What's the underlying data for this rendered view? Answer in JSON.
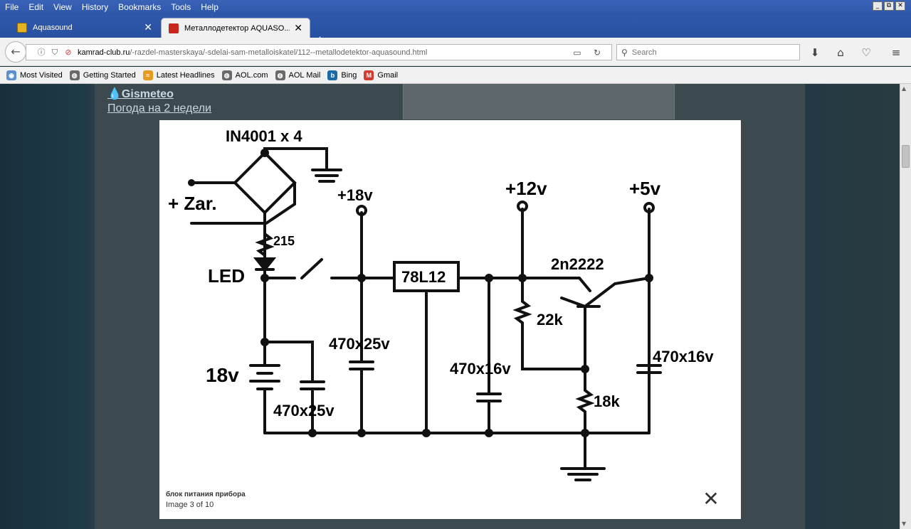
{
  "menu": [
    "File",
    "Edit",
    "View",
    "History",
    "Bookmarks",
    "Tools",
    "Help"
  ],
  "window_controls": [
    "_",
    "⧉",
    "✕"
  ],
  "tabs": [
    {
      "title": "Aquasound",
      "favicon": "aquasound-favicon"
    },
    {
      "title": "Металлодетектор AQUASO...",
      "favicon": "site-favicon"
    }
  ],
  "url": {
    "host": "kamrad-club.ru",
    "path": "/-razdel-masterskaya/-sdelai-sam-metalloiskatel/112--metallodetektor-aquasound.html"
  },
  "search": {
    "placeholder": "Search",
    "value": ""
  },
  "bookmarks": [
    {
      "label": "Most Visited",
      "icon": "most-visited-icon",
      "color": "#5a8fd0"
    },
    {
      "label": "Getting Started",
      "icon": "globe-icon",
      "color": "#6a6a6a"
    },
    {
      "label": "Latest Headlines",
      "icon": "rss-icon",
      "color": "#e59b1f"
    },
    {
      "label": "AOL.com",
      "icon": "globe-icon",
      "color": "#6a6a6a"
    },
    {
      "label": "AOL Mail",
      "icon": "globe-icon",
      "color": "#6a6a6a"
    },
    {
      "label": "Bing",
      "icon": "bing-icon",
      "color": "#1a6aa8"
    },
    {
      "label": "Gmail",
      "icon": "gmail-icon",
      "color": "#d23b2f"
    }
  ],
  "background": {
    "weather_title": "Gismeteo",
    "weather_subtitle": "Погода на 2 недели"
  },
  "lightbox": {
    "caption": "блок питания прибора",
    "counter": "Image 3 of 10",
    "close_symbol": "✕",
    "schematic_labels": {
      "diodes": "IN4001 x 4",
      "zar": "+ Zar.",
      "resistor_led": "215",
      "led": "LED",
      "v18": "+18v",
      "v12": "+12v",
      "v5": "+5v",
      "regulator": "78L12",
      "transistor": "2n2222",
      "r22k": "22k",
      "r18k": "18k",
      "battery": "18v",
      "cap1": "470x25v",
      "cap2": "470x25v",
      "cap3": "470x16v",
      "cap4": "470x16v"
    }
  }
}
